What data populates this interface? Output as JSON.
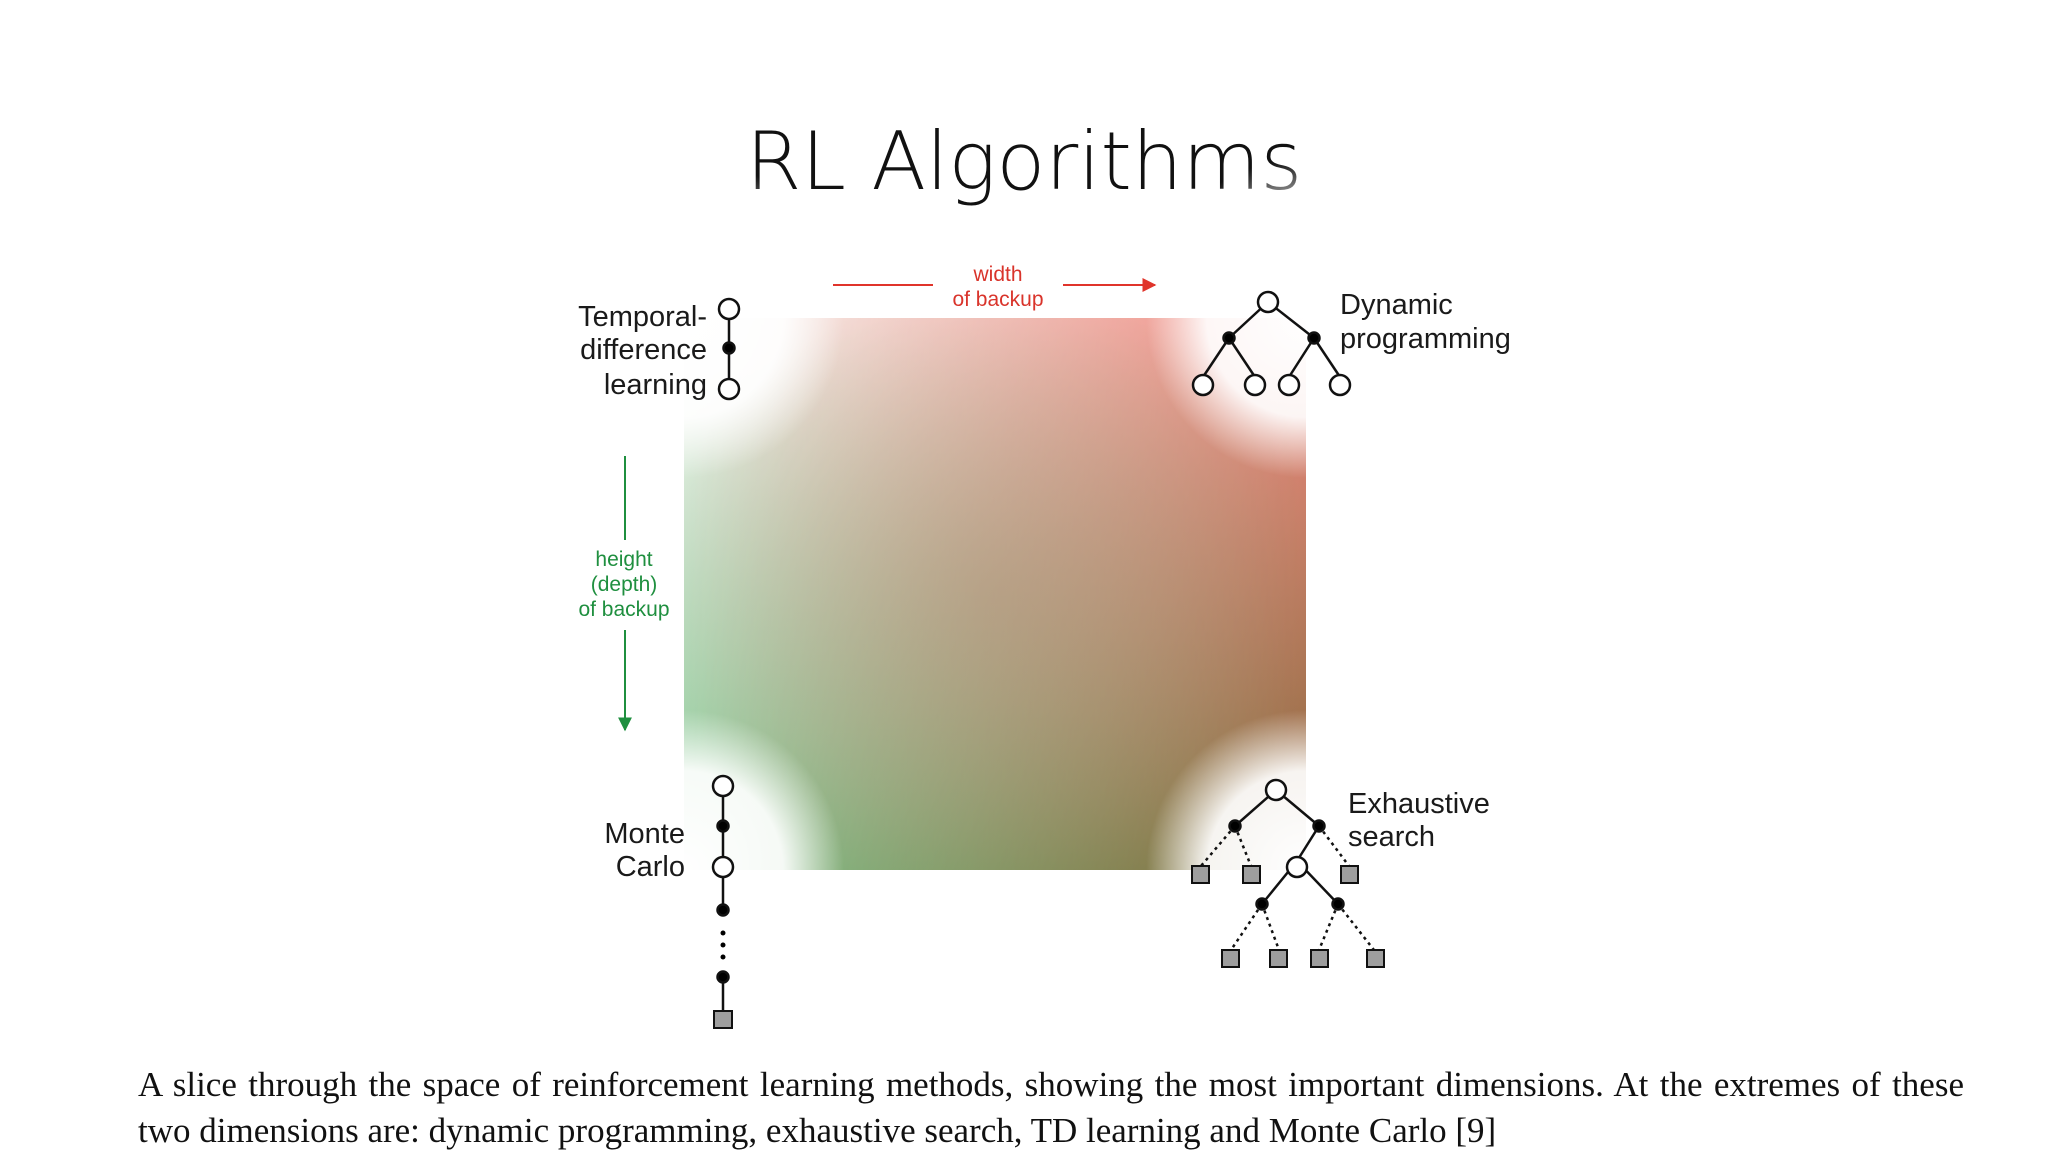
{
  "slide": {
    "title": "RL Algorithms",
    "caption": "A slice through the space of reinforcement learning methods, showing the most important dimensions. At the extremes of these two dimensions are: dynamic programming, exhaustive search, TD learning and Monte Carlo [9]"
  },
  "diagram": {
    "width_axis": {
      "line1": "width",
      "line2": "of backup",
      "color": "#d9342b"
    },
    "height_axis": {
      "line1": "height",
      "line2": "(depth)",
      "line3": "of backup",
      "color": "#1f8f3f"
    },
    "corners": {
      "top_left": {
        "line1": "Temporal-",
        "line2": "difference",
        "line3": "learning"
      },
      "top_right": {
        "line1": "Dynamic",
        "line2": "programming"
      },
      "bottom_left": {
        "line1": "Monte",
        "line2": "Carlo"
      },
      "bottom_right": {
        "line1": "Exhaustive",
        "line2": "search"
      }
    },
    "colors": {
      "top_left": "#f7f7f5",
      "top_right": "#ef8f85",
      "bottom_left": "#7ec48c",
      "bottom_right": "#8c6f3c",
      "center": "#b59a7e",
      "state_node": "#ffffff",
      "action_node": "#000000",
      "terminal_node": "#9e9e9e"
    }
  }
}
